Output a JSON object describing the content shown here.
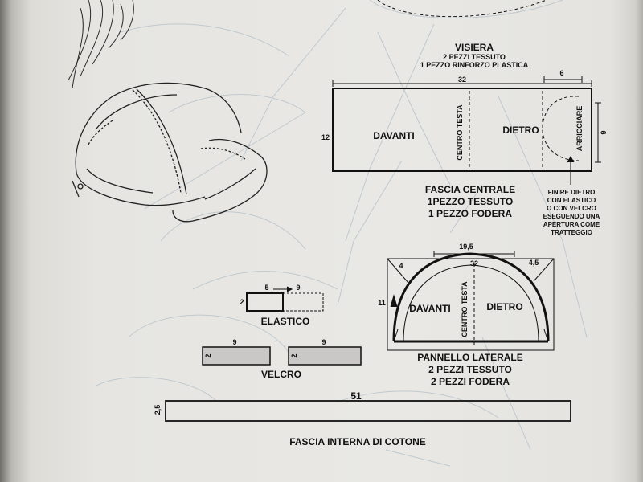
{
  "visiera": {
    "title": "VISIERA",
    "line1": "2 PEZZI TESSUTO",
    "line2": "1 PEZZO RINFORZO PLASTICA"
  },
  "fascia_centrale": {
    "width": "32",
    "height": "12",
    "right_measure": "6",
    "arricciare": "ARRICCIARE",
    "arricciare_measure": "9",
    "centro_testa": "CENTRO TESTA",
    "davanti": "DAVANTI",
    "dietro": "DIETRO",
    "title": "FASCIA CENTRALE",
    "line1": "1PEZZO TESSUTO",
    "line2": "1 PEZZO FODERA",
    "note": [
      "FINIRE DIETRO",
      "CON ELASTICO",
      "O CON VELCRO",
      "ESEGUENDO UNA",
      "APERTURA COME",
      "TRATTEGGIO"
    ]
  },
  "pannello_laterale": {
    "top_width": "19,5",
    "inner_width": "32",
    "height": "11",
    "left_measure": "4",
    "right_measure": "4,5",
    "centro_testa": "CENTRO TESTA",
    "davanti": "DAVANTI",
    "dietro": "DIETRO",
    "title": "PANNELLO LATERALE",
    "line1": "2 PEZZI TESSUTO",
    "line2": "2 PEZZI FODERA"
  },
  "elastico": {
    "label": "ELASTICO",
    "from": "5",
    "to": "9",
    "height": "2"
  },
  "velcro": {
    "label": "VELCRO",
    "width_left": "9",
    "width_right": "9",
    "height_left": "2",
    "height_right": "2"
  },
  "fascia_interna": {
    "label": "FASCIA INTERNA DI COTONE",
    "width": "51",
    "height": "2,5"
  },
  "colors": {
    "paper": "#e6e5e1",
    "ink": "#111111",
    "velcro_fill": "#c9c8c6",
    "ghost_lines": "#b9c4cc"
  }
}
